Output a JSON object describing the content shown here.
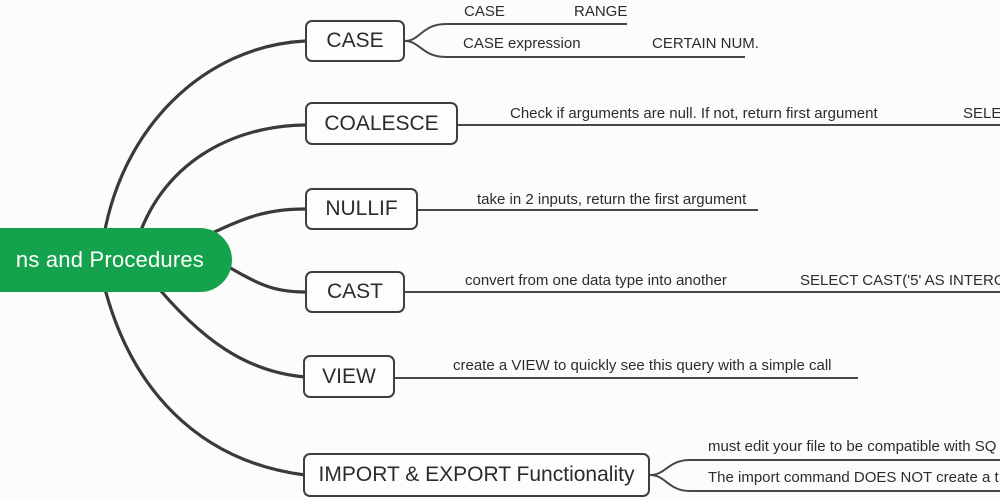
{
  "colors": {
    "root_fill": "#14a24c",
    "root_text": "#ffffff",
    "connector_line": "#3a3a3c",
    "box_border": "#3f3f41",
    "box_fill": "#fdfdfe",
    "text": "#2c2c2e"
  },
  "root": {
    "label": "ns and Procedures"
  },
  "branches": [
    {
      "id": "case",
      "label": "CASE",
      "children": [
        {
          "label": "CASE",
          "child": "RANGE"
        },
        {
          "label": "CASE expression",
          "child": "CERTAIN NUM."
        }
      ]
    },
    {
      "id": "coalesce",
      "label": "COALESCE",
      "note": "Check if arguments are null. If not, return first argument",
      "subnote": "SELE"
    },
    {
      "id": "nullif",
      "label": "NULLIF",
      "note": "take in 2 inputs, return the first argument"
    },
    {
      "id": "cast",
      "label": "CAST",
      "note": "convert from one data type into another",
      "subnote": "SELECT CAST('5' AS INTERG"
    },
    {
      "id": "view",
      "label": "VIEW",
      "note": "create a VIEW to quickly see this query with a simple call"
    },
    {
      "id": "import_export",
      "label": "IMPORT & EXPORT Functionality",
      "notes": [
        "must edit your file to be compatible with SQ",
        "The import command DOES NOT create a t"
      ]
    }
  ]
}
